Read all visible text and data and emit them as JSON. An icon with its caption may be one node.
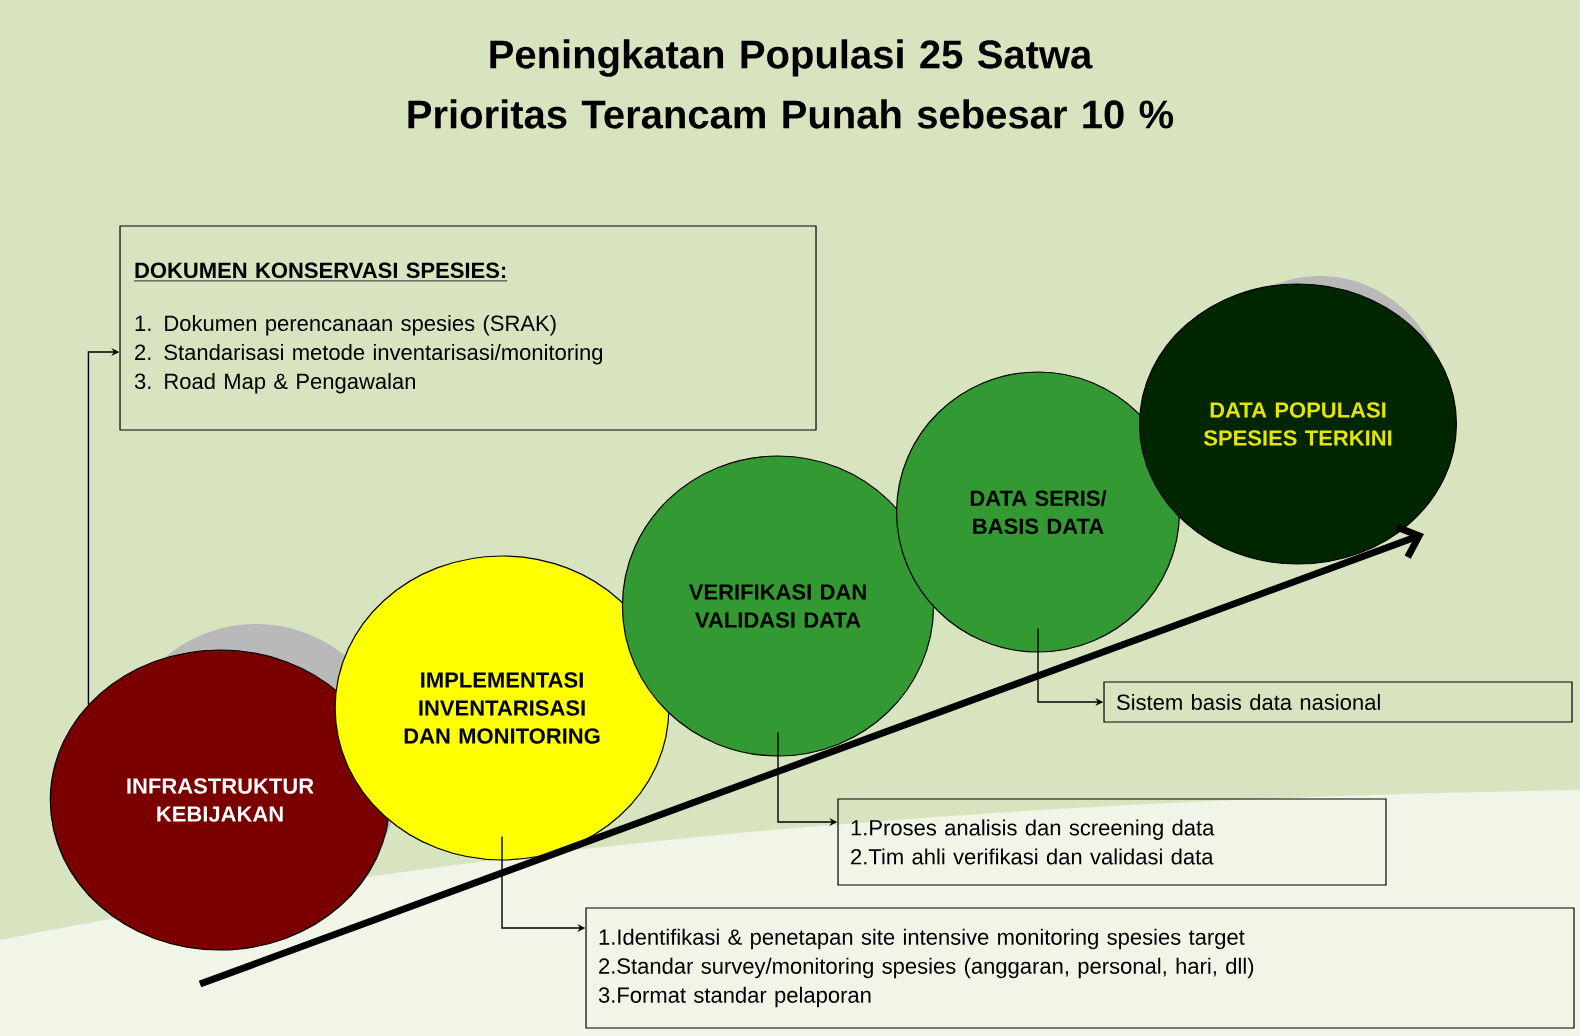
{
  "diagram": {
    "title": "Peningkatan Populasi 25 Satwa Prioritas Terancam Punah sebesar 10 %",
    "nodes": [
      {
        "text": [
          "INFRASTRUKTUR KEBIJAKAN"
        ]
      },
      {
        "text": [
          "IMPLEMENTASI INVENTARISASI DAN MONITORING"
        ]
      },
      {
        "text": [
          "VERIFIKASI DAN VALIDASI DATA"
        ]
      },
      {
        "text": [
          "DATA SERIS/ BASIS DATA"
        ]
      },
      {
        "text": [
          "DATA POPULASI SPESIES TERKINI"
        ]
      },
      {
        "text": [
          "DOKUMEN KONSERVASI SPESIES:",
          "1. Dokumen perencanaan spesies (SRAK)",
          "2. Standarisasi metode inventarisasi/monitoring",
          "3. Road Map & Pengawalan"
        ]
      },
      {
        "text": [
          "Sistem basis data nasional"
        ]
      },
      {
        "text": [
          "1.Proses analisis dan screening data",
          "2.Tim ahli verifikasi dan validasi data"
        ]
      },
      {
        "text": [
          "1.Identifikasi & penetapan site intensive monitoring spesies target",
          "2.Standar survey/monitoring spesies (anggaran, personal, hari, dll)",
          "3.Format standar pelaporan"
        ]
      }
    ],
    "edges": [
      {
        "from": 0,
        "to": 5,
        "arrow": "to"
      },
      {
        "from": 1,
        "to": 8,
        "arrow": "to"
      },
      {
        "from": 2,
        "to": 7,
        "arrow": "to"
      },
      {
        "from": 3,
        "to": 6,
        "arrow": "to"
      }
    ]
  }
}
